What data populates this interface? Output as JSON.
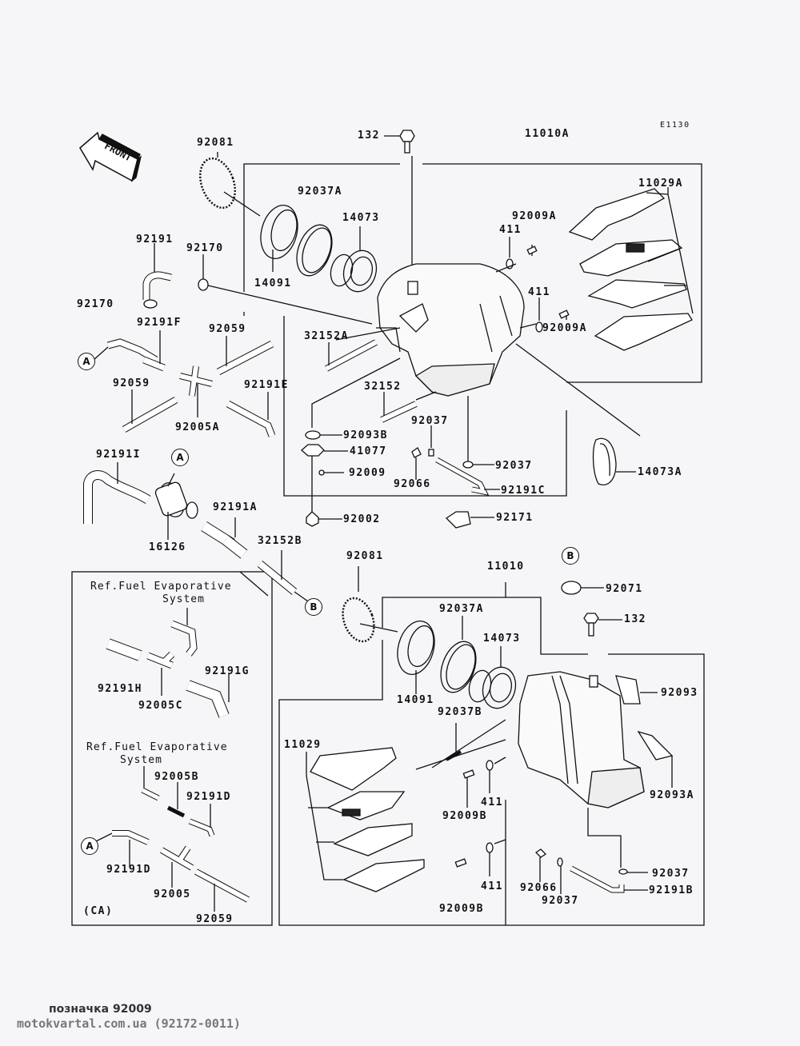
{
  "diagram": {
    "code": "E1130",
    "front_label": "FRONT",
    "assembly_top": "11010A",
    "assembly_bottom": "11010",
    "variant_note": "(CA)",
    "ref_note": "Ref.Fuel Evaporative System",
    "ref_note_line1": "Ref.Fuel Evaporative",
    "ref_note_line2": "System",
    "connectors": {
      "a": "A",
      "b": "B"
    },
    "parts": {
      "p92081_top": "92081",
      "p132_top": "132",
      "p92037A_top": "92037A",
      "p14073_top": "14073",
      "p14091_top": "14091",
      "p92191": "92191",
      "p92170_a": "92170",
      "p92170_b": "92170",
      "p92009A_a": "92009A",
      "p411_a": "411",
      "p411_b": "411",
      "p92009A_b": "92009A",
      "p11029A": "11029A",
      "p92191F": "92191F",
      "p92059_a": "92059",
      "p32152A": "32152A",
      "p92059_b": "92059",
      "p92191E": "92191E",
      "p92005A": "92005A",
      "p32152": "32152",
      "p92093B": "92093B",
      "p92037_a": "92037",
      "p41077": "41077",
      "p92009": "92009",
      "p92066_a": "92066",
      "p92037_b": "92037",
      "p14073A": "14073A",
      "p92191C": "92191C",
      "p92191I": "92191I",
      "p92191A": "92191A",
      "p16126": "16126",
      "p92002": "92002",
      "p92171": "92171",
      "p32152B": "32152B",
      "p92081_bot": "92081",
      "p92071": "92071",
      "p132_bot": "132",
      "p92037A_bot": "92037A",
      "p14073_bot": "14073",
      "p14091_bot": "14091",
      "p92093": "92093",
      "p92037B": "92037B",
      "p92191G": "92191G",
      "p92191H": "92191H",
      "p92005C": "92005C",
      "p11029": "11029",
      "p411_c": "411",
      "p92009B_a": "92009B",
      "p92093A": "92093A",
      "p92005B": "92005B",
      "p92191D_a": "92191D",
      "p92191D_b": "92191D",
      "p92005": "92005",
      "p92059_c": "92059",
      "p411_d": "411",
      "p92009B_b": "92009B",
      "p92066_b": "92066",
      "p92037_c": "92037",
      "p92037_d": "92037",
      "p92191B": "92191B"
    }
  },
  "footer": {
    "caption": "позначка 92009",
    "site": "motokvartal.com.ua (92172-0011)"
  }
}
